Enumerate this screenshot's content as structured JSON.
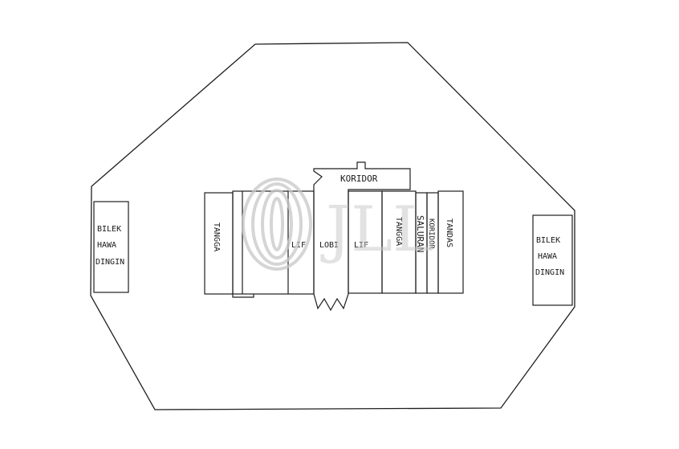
{
  "plan": {
    "rooms": {
      "ac_room_left": [
        "BILEK",
        "HAWA",
        "DINGIN"
      ],
      "ac_room_right": [
        "BILEK",
        "HAWA",
        "DINGIN"
      ],
      "koridor_top": "KORIDOR",
      "stair_left": "TANGGA",
      "lift_left": "LIF",
      "lobby": "LOBI",
      "lift_right": "LIF",
      "stair_right": "TANGGA",
      "duct": "SALURAN",
      "koridor_side": "KORIDOR",
      "toilet": "TANDAS"
    },
    "watermark": "JLL"
  },
  "colors": {
    "ink": "#1e1e1e",
    "watermark": "#c8c8c8"
  }
}
